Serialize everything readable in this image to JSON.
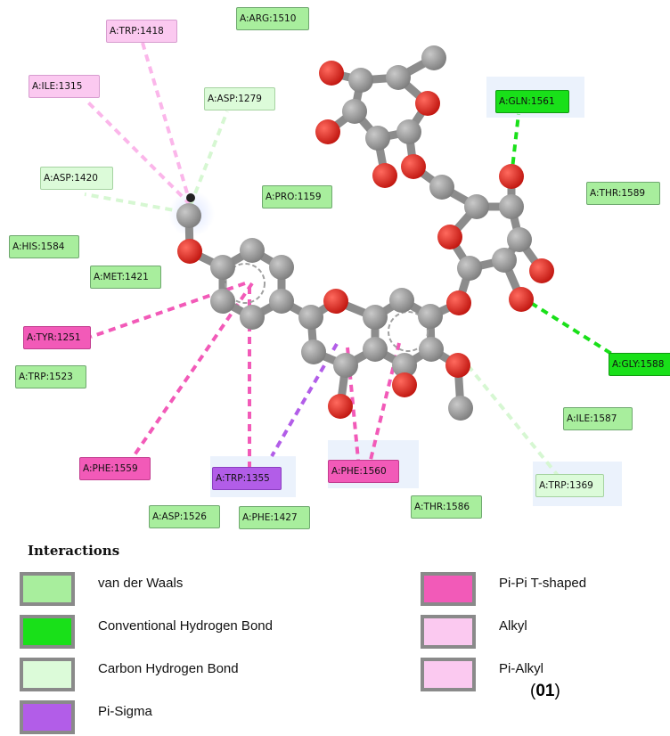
{
  "residues": [
    {
      "id": "arg1510",
      "label": "A:ARG:1510",
      "type": "vdw"
    },
    {
      "id": "trp1418",
      "label": "A:TRP:1418",
      "type": "alkyl"
    },
    {
      "id": "ile1315",
      "label": "A:ILE:1315",
      "type": "alkyl"
    },
    {
      "id": "asp1279",
      "label": "A:ASP:1279",
      "type": "chb"
    },
    {
      "id": "gln1561",
      "label": "A:GLN:1561",
      "type": "hbond"
    },
    {
      "id": "asp1420",
      "label": "A:ASP:1420",
      "type": "chb"
    },
    {
      "id": "pro1159",
      "label": "A:PRO:1159",
      "type": "vdw"
    },
    {
      "id": "thr1589",
      "label": "A:THR:1589",
      "type": "vdw"
    },
    {
      "id": "his1584",
      "label": "A:HIS:1584",
      "type": "vdw"
    },
    {
      "id": "met1421",
      "label": "A:MET:1421",
      "type": "vdw"
    },
    {
      "id": "tyr1251",
      "label": "A:TYR:1251",
      "type": "pipi"
    },
    {
      "id": "gly1588",
      "label": "A:GLY:1588",
      "type": "hbond"
    },
    {
      "id": "trp1523",
      "label": "A:TRP:1523",
      "type": "vdw"
    },
    {
      "id": "ile1587",
      "label": "A:ILE:1587",
      "type": "vdw"
    },
    {
      "id": "phe1559",
      "label": "A:PHE:1559",
      "type": "pipi"
    },
    {
      "id": "trp1355",
      "label": "A:TRP:1355",
      "type": "pisig"
    },
    {
      "id": "phe1560",
      "label": "A:PHE:1560",
      "type": "pipi"
    },
    {
      "id": "trp1369",
      "label": "A:TRP:1369",
      "type": "chb"
    },
    {
      "id": "thr1586",
      "label": "A:THR:1586",
      "type": "vdw"
    },
    {
      "id": "asp1526",
      "label": "A:ASP:1526",
      "type": "vdw"
    },
    {
      "id": "phe1427",
      "label": "A:PHE:1427",
      "type": "vdw"
    }
  ],
  "legend": {
    "title": "Interactions",
    "items": [
      {
        "label": "van der Waals",
        "color": "#a8ee9d"
      },
      {
        "label": "Conventional Hydrogen Bond",
        "color": "#19e019"
      },
      {
        "label": "Carbon Hydrogen Bond",
        "color": "#dcfbd9"
      },
      {
        "label": "Pi-Sigma",
        "color": "#b25de8"
      },
      {
        "label": "Pi-Pi T-shaped",
        "color": "#f25ab8"
      },
      {
        "label": "Alkyl",
        "color": "#fbc9f0"
      },
      {
        "label": "Pi-Alkyl",
        "color": "#fbc9f0"
      }
    ]
  },
  "figure_label": {
    "open": "(",
    "number": "01",
    "close": ")"
  },
  "colors": {
    "carbon": "#8c8c8c",
    "oxygen": "#e0201a",
    "bond": "#8c8c8c"
  }
}
